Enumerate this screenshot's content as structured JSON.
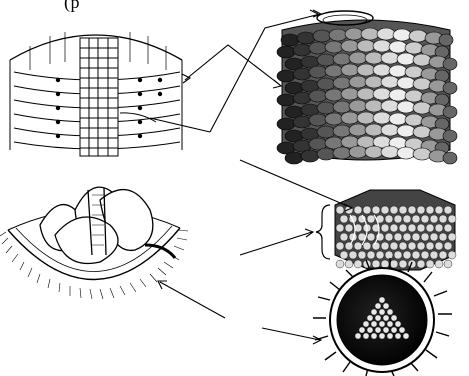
{
  "caption_fragment": "(p",
  "colors": {
    "ink": "#000000",
    "dark_gray": "#4a4a4a",
    "mid_gray": "#8a8a8a",
    "light_gray": "#cfcfcf",
    "white": "#ffffff"
  },
  "panels": [
    {
      "name": "helical-nucleocapsid-cutaway",
      "style": "line-drawing"
    },
    {
      "name": "helical-capsomer-cylinder",
      "style": "shaded"
    },
    {
      "name": "enveloped-coiled-nucleocapsid",
      "style": "line-drawing"
    },
    {
      "name": "icosahedral-capsid-cutaway",
      "style": "shaded"
    },
    {
      "name": "enveloped-icosahedral-virion",
      "style": "shaded"
    }
  ]
}
